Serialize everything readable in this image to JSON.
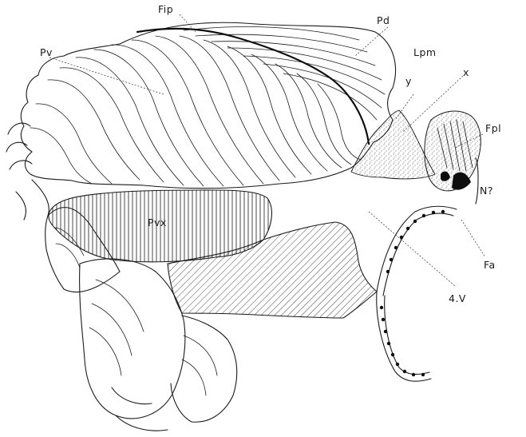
{
  "labels": {
    "fip": "Fip",
    "pd": "Pd",
    "pv": "Pv",
    "lpm": "Lpm",
    "y": "y",
    "x": "x",
    "fpl": "Fpl",
    "n": "N?",
    "pvx": "Pvx",
    "fa": "Fa",
    "fourth_v": "4.V"
  }
}
